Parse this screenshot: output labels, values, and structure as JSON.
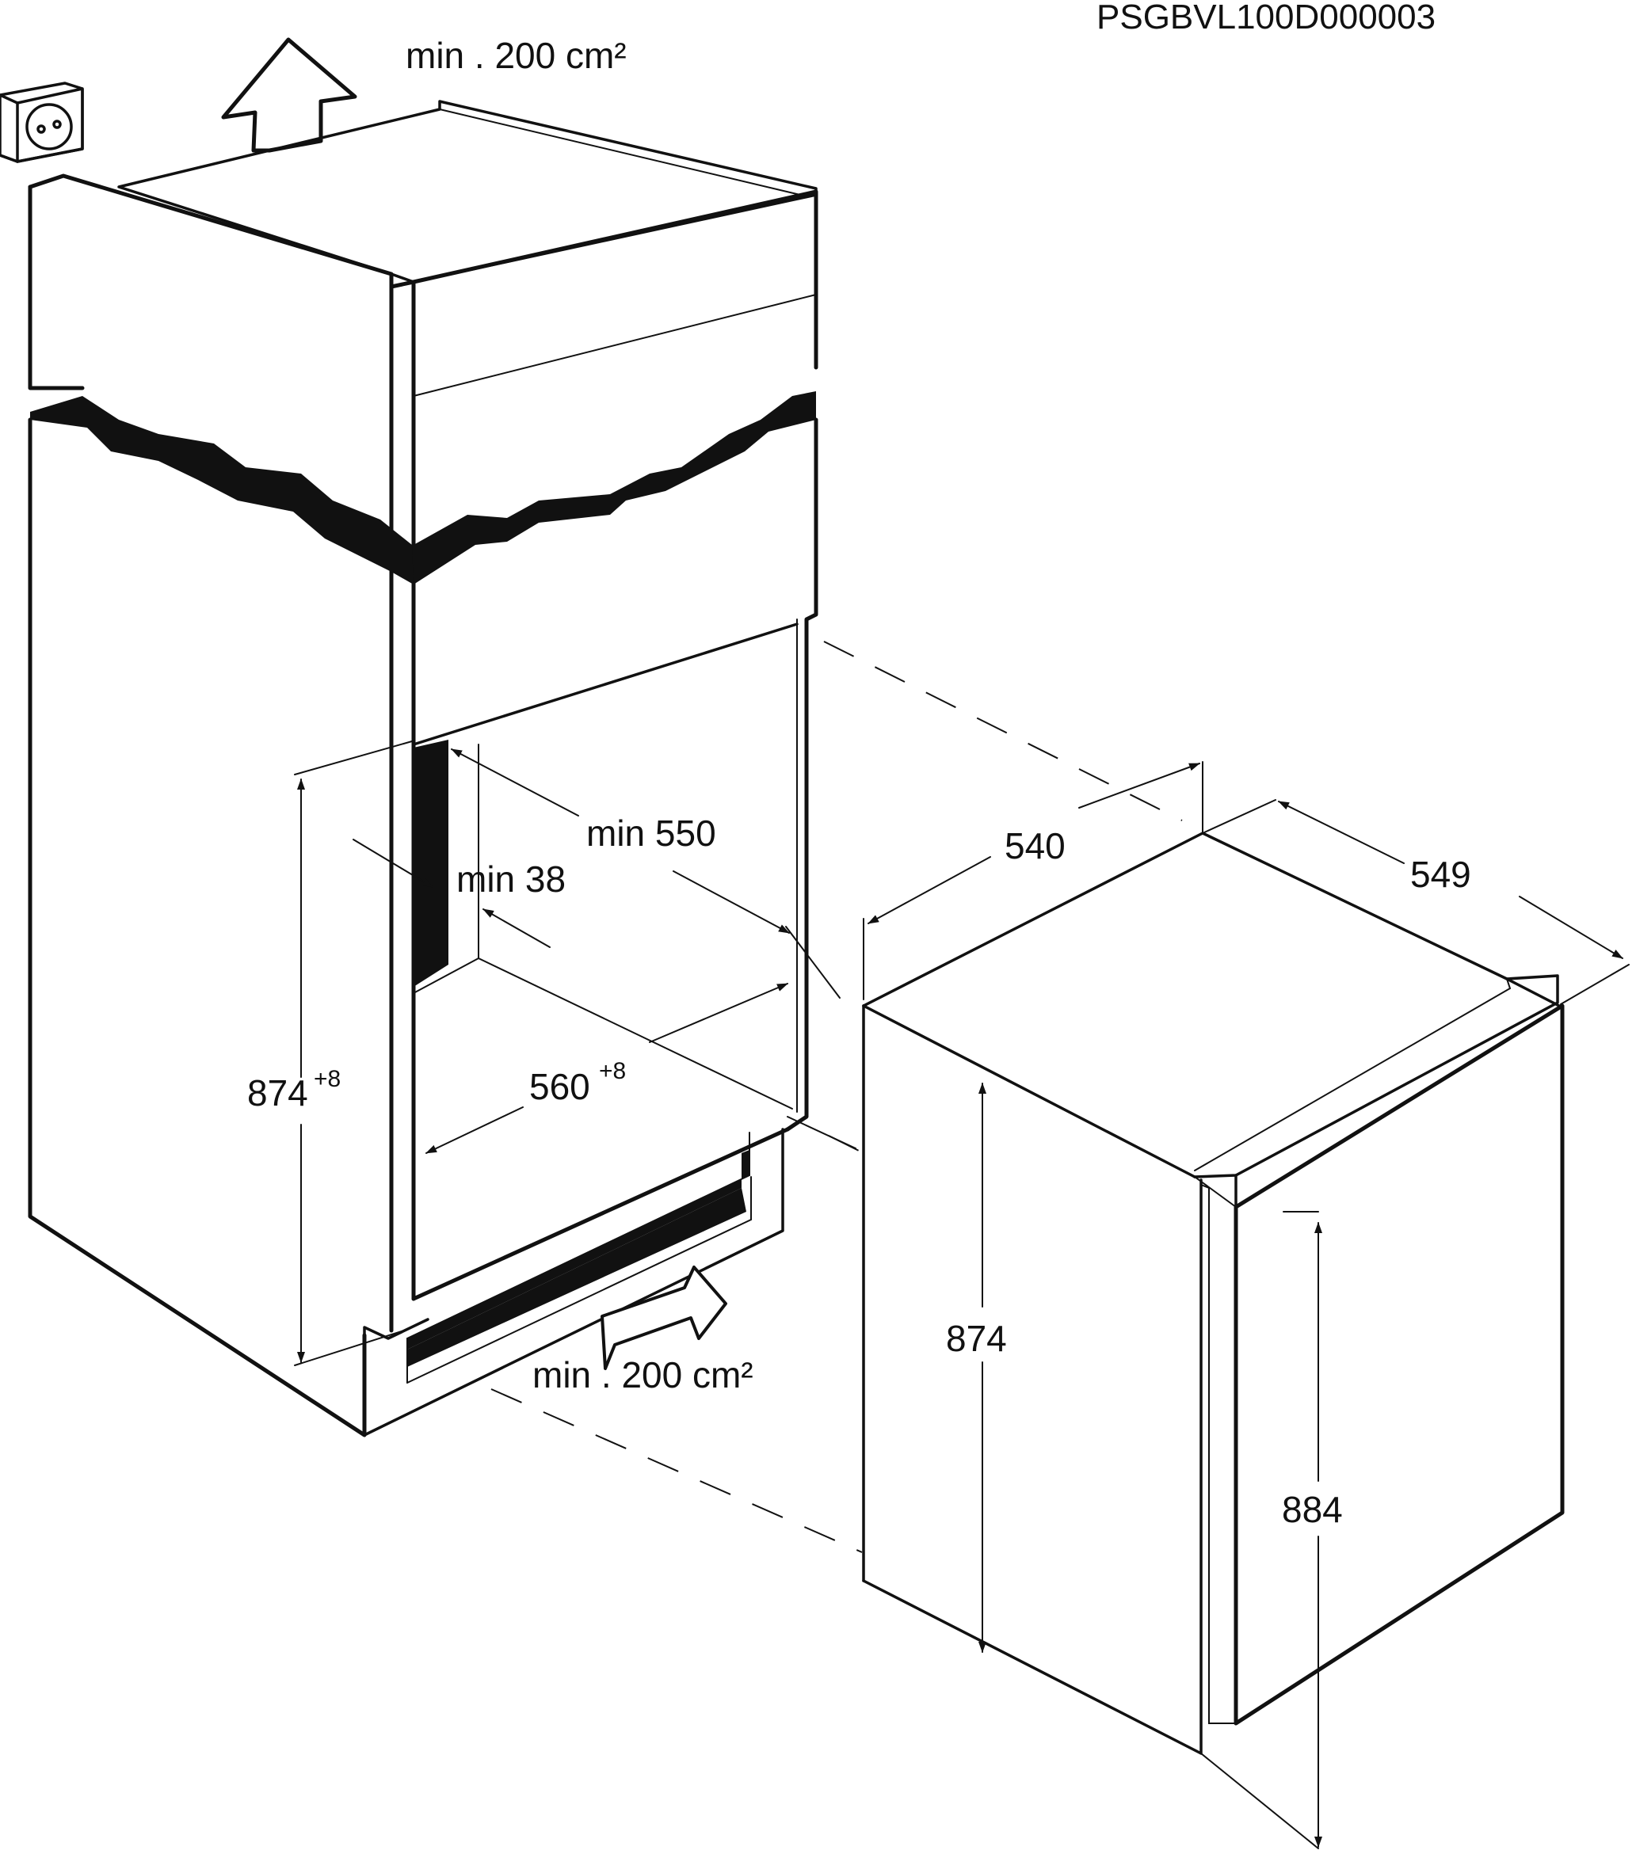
{
  "diagram": {
    "reference_code": "PSGBVL100D000003",
    "top_vent_label": "min . 200 cm²",
    "bottom_vent_label": "min . 200 cm²",
    "depth_min_label": "min 550",
    "rear_gap_label": "min 38",
    "niche_height": {
      "value": "874",
      "tolerance": "+8"
    },
    "niche_width": {
      "value": "560",
      "tolerance": "+8"
    },
    "appliance_width": "540",
    "appliance_depth": "549",
    "appliance_body_height": "874",
    "appliance_total_height": "884"
  }
}
